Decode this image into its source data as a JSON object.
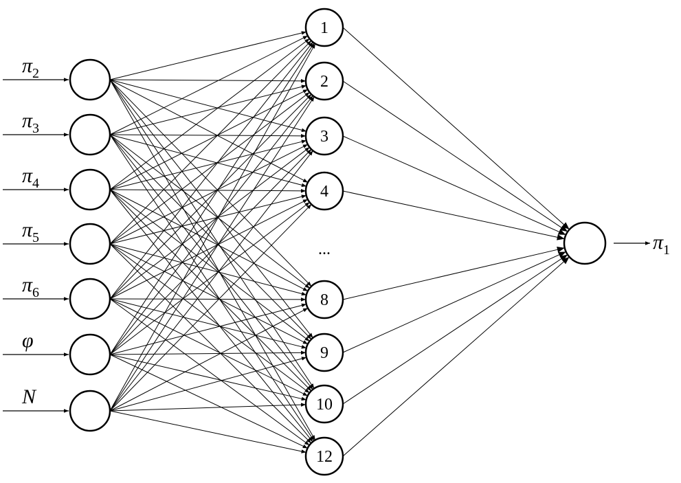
{
  "input_labels": [
    {
      "symbol": "π",
      "subscript": "2"
    },
    {
      "symbol": "π",
      "subscript": "3"
    },
    {
      "symbol": "π",
      "subscript": "4"
    },
    {
      "symbol": "π",
      "subscript": "5"
    },
    {
      "symbol": "π",
      "subscript": "6"
    },
    {
      "symbol": "φ",
      "subscript": ""
    },
    {
      "symbol": "N",
      "subscript": ""
    }
  ],
  "hidden_labels": [
    "1",
    "2",
    "3",
    "4",
    "...",
    "8",
    "9",
    "10",
    "12"
  ],
  "output_label": {
    "symbol": "π",
    "subscript": "1"
  }
}
